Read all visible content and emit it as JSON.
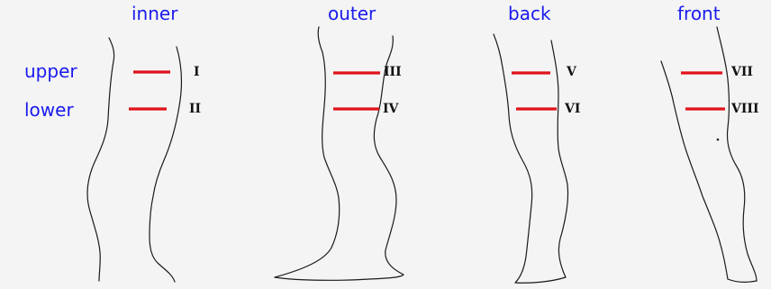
{
  "views": [
    {
      "name": "inner",
      "markers": [
        {
          "level": "upper",
          "label": "I"
        },
        {
          "level": "lower",
          "label": "II"
        }
      ]
    },
    {
      "name": "outer",
      "markers": [
        {
          "level": "upper",
          "label": "III"
        },
        {
          "level": "lower",
          "label": "IV"
        }
      ]
    },
    {
      "name": "back",
      "markers": [
        {
          "level": "upper",
          "label": "V"
        },
        {
          "level": "lower",
          "label": "VI"
        }
      ]
    },
    {
      "name": "front",
      "markers": [
        {
          "level": "upper",
          "label": "VII"
        },
        {
          "level": "lower",
          "label": "VIII"
        }
      ]
    }
  ],
  "row_labels": {
    "upper": "upper",
    "lower": "lower"
  },
  "colors": {
    "text_blue": "#1a1aee",
    "marker_red": "#e0131b",
    "outline": "#1a1a1a",
    "background": "#f4f4f4"
  }
}
